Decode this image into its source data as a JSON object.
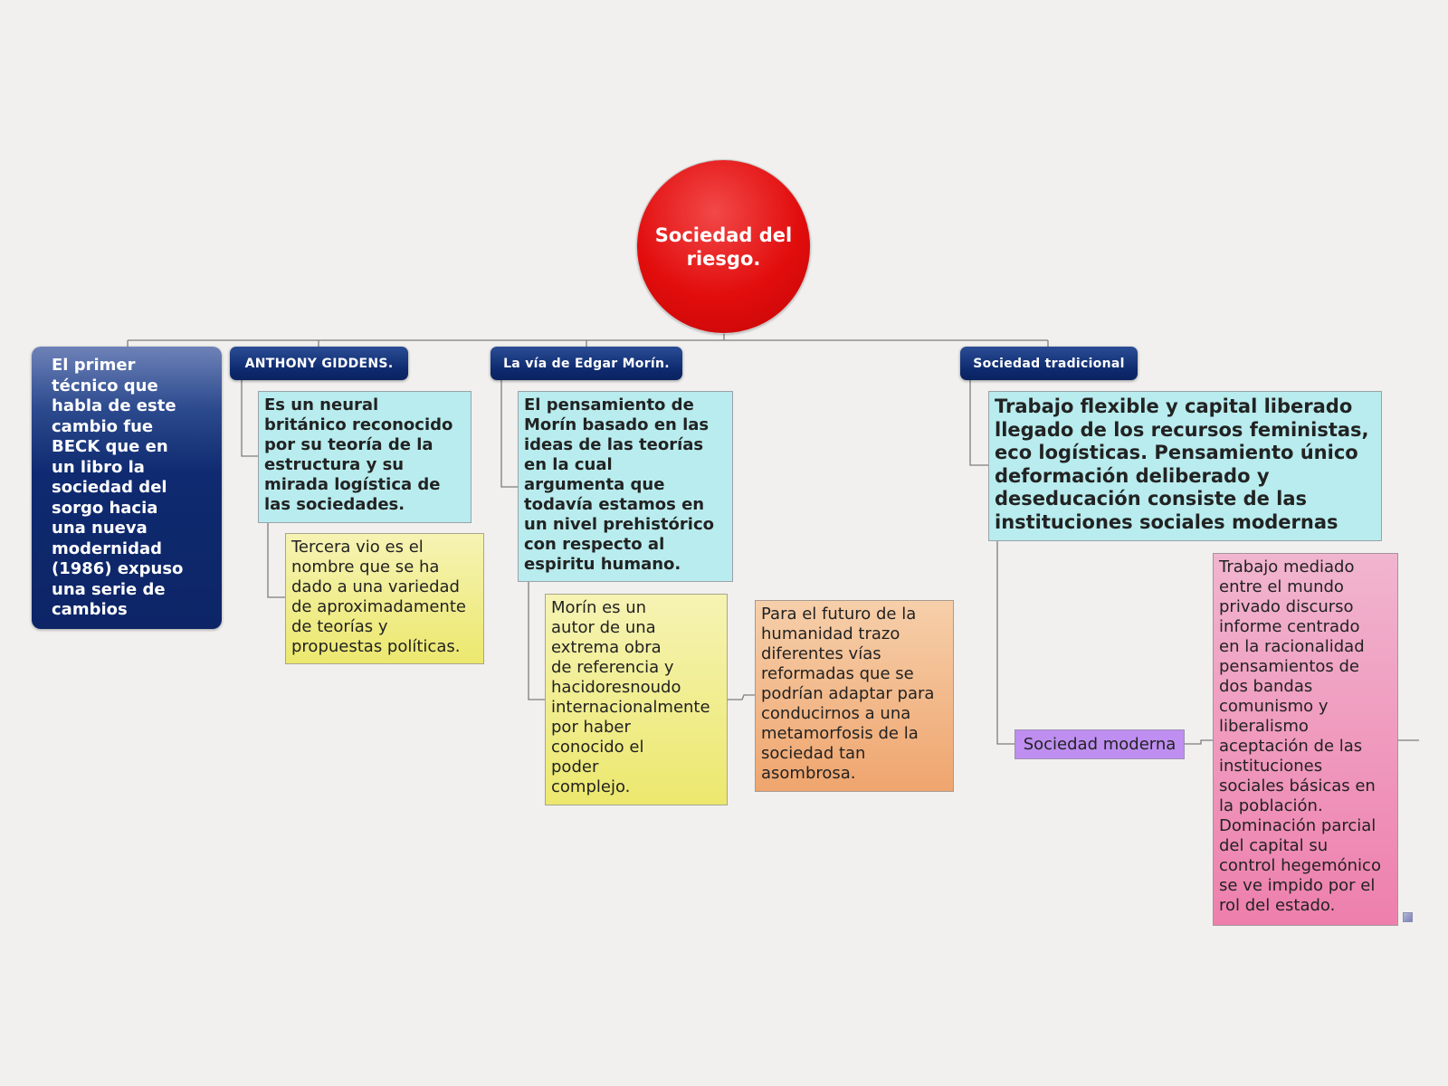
{
  "map": {
    "root": {
      "label": "Sociedad del riesgo."
    },
    "beck": {
      "text": "El primer\ntécnico que\nhabla de este\ncambio fue\nBECK que en\nun libro la\nsociedad del\nsorgo hacia\nuna nueva\nmodernidad\n(1986) expuso\nuna serie de\ncambios"
    },
    "giddens": {
      "label": "ANTHONY GIDDENS.",
      "desc": "Es un neural\nbritánico reconocido\npor su teoría de la\nestructura y su\nmirada logística de\nlas sociedades.",
      "tercera": "Tercera vio es el\nnombre que se ha\ndado a una variedad\nde aproximadamente\nde teorías y\npropuestas políticas."
    },
    "morin": {
      "label": "La vía de Edgar Morín.",
      "desc": "El pensamiento de\nMorín basado en las\nideas de las teorías\nen la cual\nargumenta que\ntodavía estamos en\nun nivel prehistórico\ncon respecto al\nespiritu humano.",
      "autor": "Morín es un\nautor de una\nextrema obra\nde referencia y\nhacidoresnoudo\ninternacionalmente\npor haber\nconocido el\npoder\ncomplejo.",
      "futuro": "Para el futuro de la\nhumanidad trazo\ndiferentes vías\nreformadas que se\npodrían adaptar para\nconducirnos a una\nmetamorfosis de la\nsociedad tan\nasombrosa."
    },
    "tradicional": {
      "label": "Sociedad tradicional",
      "desc": "Trabajo flexible y capital liberado\nllegado de los recursos feministas,\neco logísticas. Pensamiento único\ndeformación deliberado y\ndeseducación consiste de las\ninstituciones sociales modernas",
      "moderna": {
        "label": "Sociedad moderna",
        "desc": "Trabajo mediado\nentre el mundo\nprivado discurso\ninforme centrado\nen la racionalidad\npensamientos de\ndos bandas\ncomunismo y\nliberalismo\naceptación de las\ninstituciones\nsociales básicas en\nla población.\nDominación parcial\ndel capital su\ncontrol hegemónico\nse ve impido por el\nrol del estado."
      }
    }
  },
  "icons": {
    "corner": "attachment-icon"
  }
}
